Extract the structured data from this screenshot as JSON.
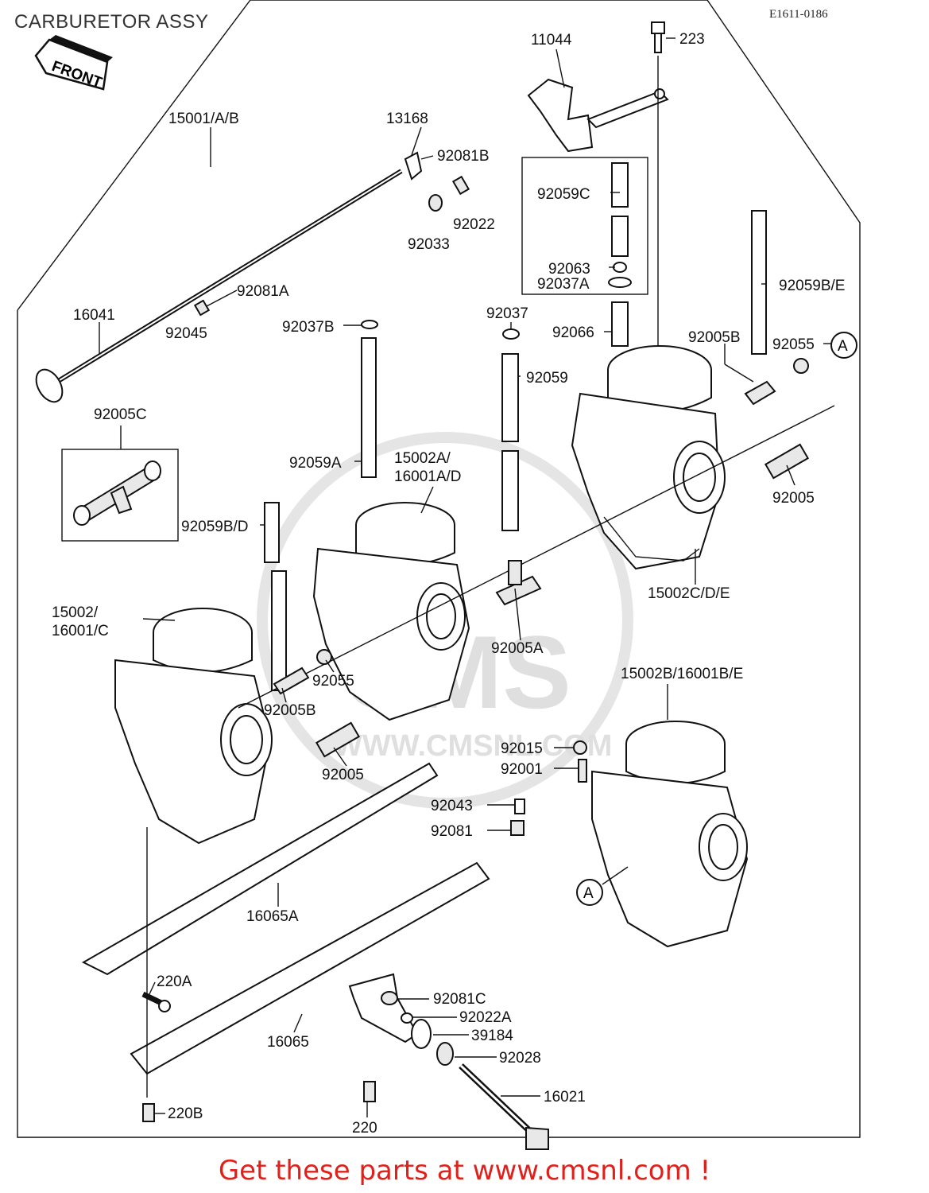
{
  "header": {
    "title": "CARBURETOR ASSY",
    "diagram_code": "E1611-0186",
    "front_label": "FRONT"
  },
  "watermark": {
    "big": "CMS",
    "site": "WWW.CMSNL.COM"
  },
  "callouts": {
    "A_top": "A",
    "A_bottom": "A"
  },
  "labels": [
    {
      "id": "l11044",
      "text": "11044"
    },
    {
      "id": "l223",
      "text": "223"
    },
    {
      "id": "l15001",
      "text": "15001/A/B"
    },
    {
      "id": "l13168",
      "text": "13168"
    },
    {
      "id": "l92081B",
      "text": "92081B"
    },
    {
      "id": "l92022",
      "text": "92022"
    },
    {
      "id": "l92033",
      "text": "92033"
    },
    {
      "id": "l92059C",
      "text": "92059C"
    },
    {
      "id": "l92063",
      "text": "92063"
    },
    {
      "id": "l92037A",
      "text": "92037A"
    },
    {
      "id": "l92059BE",
      "text": "92059B/E"
    },
    {
      "id": "l92081A",
      "text": "92081A"
    },
    {
      "id": "l16041",
      "text": "16041"
    },
    {
      "id": "l92045",
      "text": "92045"
    },
    {
      "id": "l92037B",
      "text": "92037B"
    },
    {
      "id": "l92037",
      "text": "92037"
    },
    {
      "id": "l92066",
      "text": "92066"
    },
    {
      "id": "l92005B_top",
      "text": "92005B"
    },
    {
      "id": "l92055_top",
      "text": "92055"
    },
    {
      "id": "l92059",
      "text": "92059"
    },
    {
      "id": "l92005C",
      "text": "92005C"
    },
    {
      "id": "l15002A",
      "text": "15002A/"
    },
    {
      "id": "l16001AD",
      "text": "16001A/D"
    },
    {
      "id": "l92059A",
      "text": "92059A"
    },
    {
      "id": "l92005_right",
      "text": "92005"
    },
    {
      "id": "l92059BD",
      "text": "92059B/D"
    },
    {
      "id": "l15002CDE",
      "text": "15002C/D/E"
    },
    {
      "id": "l15002",
      "text": "15002/"
    },
    {
      "id": "l16001C",
      "text": "16001/C"
    },
    {
      "id": "l92005A",
      "text": "92005A"
    },
    {
      "id": "l92055_mid",
      "text": "92055"
    },
    {
      "id": "l92005B_mid",
      "text": "92005B"
    },
    {
      "id": "l15002B",
      "text": "15002B/16001B/E"
    },
    {
      "id": "l92015",
      "text": "92015"
    },
    {
      "id": "l92005_mid",
      "text": "92005"
    },
    {
      "id": "l92001",
      "text": "92001"
    },
    {
      "id": "l92043",
      "text": "92043"
    },
    {
      "id": "l92081",
      "text": "92081"
    },
    {
      "id": "l16065A",
      "text": "16065A"
    },
    {
      "id": "l220A",
      "text": "220A"
    },
    {
      "id": "l92081C",
      "text": "92081C"
    },
    {
      "id": "l92022A",
      "text": "92022A"
    },
    {
      "id": "l39184",
      "text": "39184"
    },
    {
      "id": "l16065",
      "text": "16065"
    },
    {
      "id": "l92028",
      "text": "92028"
    },
    {
      "id": "l16021",
      "text": "16021"
    },
    {
      "id": "l220B",
      "text": "220B"
    },
    {
      "id": "l220",
      "text": "220"
    }
  ],
  "footer": {
    "text": "Get these parts at www.cmsnl.com !"
  }
}
